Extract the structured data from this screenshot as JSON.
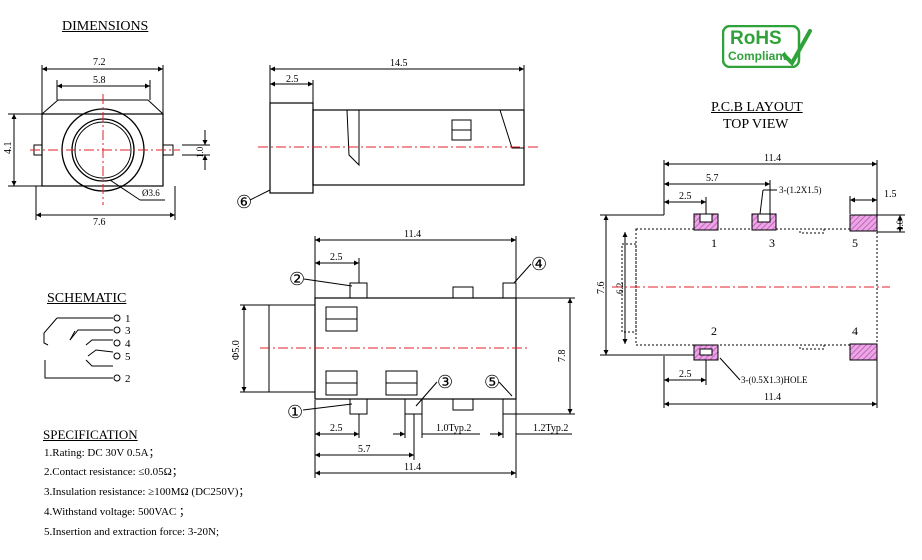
{
  "headings": {
    "dimensions": "DIMENSIONS",
    "schematic": "SCHEMATIC",
    "specification": "SPECIFICATION",
    "pcb_layout": "P.C.B LAYOUT",
    "top_view": "TOP VIEW"
  },
  "logo": {
    "line1": "RoHS",
    "line2": "Compliant",
    "color": "#2fa23a"
  },
  "specs": [
    "1.Rating: DC 30V 0.5A；",
    "2.Contact resistance: ≤0.05Ω；",
    "3.Insulation resistance: ≥100MΩ (DC250V)；",
    "4.Withstand voltage: 500VAC ；",
    "5.Insertion and extraction force: 3-20N;"
  ],
  "front_view": {
    "width_outer": "7.2",
    "width_inner": "5.8",
    "width_total": "7.6",
    "height": "4.1",
    "pin_offset": "1.0",
    "hole": "Ø3.6"
  },
  "side_view": {
    "length": "14.5",
    "shoulder": "2.5",
    "callout": "⑥"
  },
  "bottom_view": {
    "length_top": "11.4",
    "offset_top": "2.5",
    "diameter": "Φ5.0",
    "height": "7.8",
    "offset_bottom": "2.5",
    "pitch": "5.7",
    "length_bottom": "11.4",
    "pin_width": "1.0Typ.2",
    "pin_width_right": "1.2Typ.2",
    "callouts": [
      "①",
      "②",
      "③",
      "④",
      "⑤"
    ]
  },
  "pcb": {
    "length_top": "11.4",
    "pitch": "5.7",
    "offset": "2.5",
    "pad_width": "1.5",
    "pad_height": "1.0",
    "top_slot": "3-(1.2X1.5)",
    "bottom_hole": "3-(0.5X1.3)HOLE",
    "body_height": "7.6",
    "inner_height": "6.2",
    "length_bottom": "11.4",
    "offset_bottom": "2.5",
    "pads": [
      "1",
      "3",
      "5",
      "2",
      "4"
    ],
    "pad_color": "#d96fd0"
  },
  "schematic_pins": [
    "1",
    "3",
    "4",
    "5",
    "2"
  ],
  "colors": {
    "centerline": "#e0202a"
  }
}
